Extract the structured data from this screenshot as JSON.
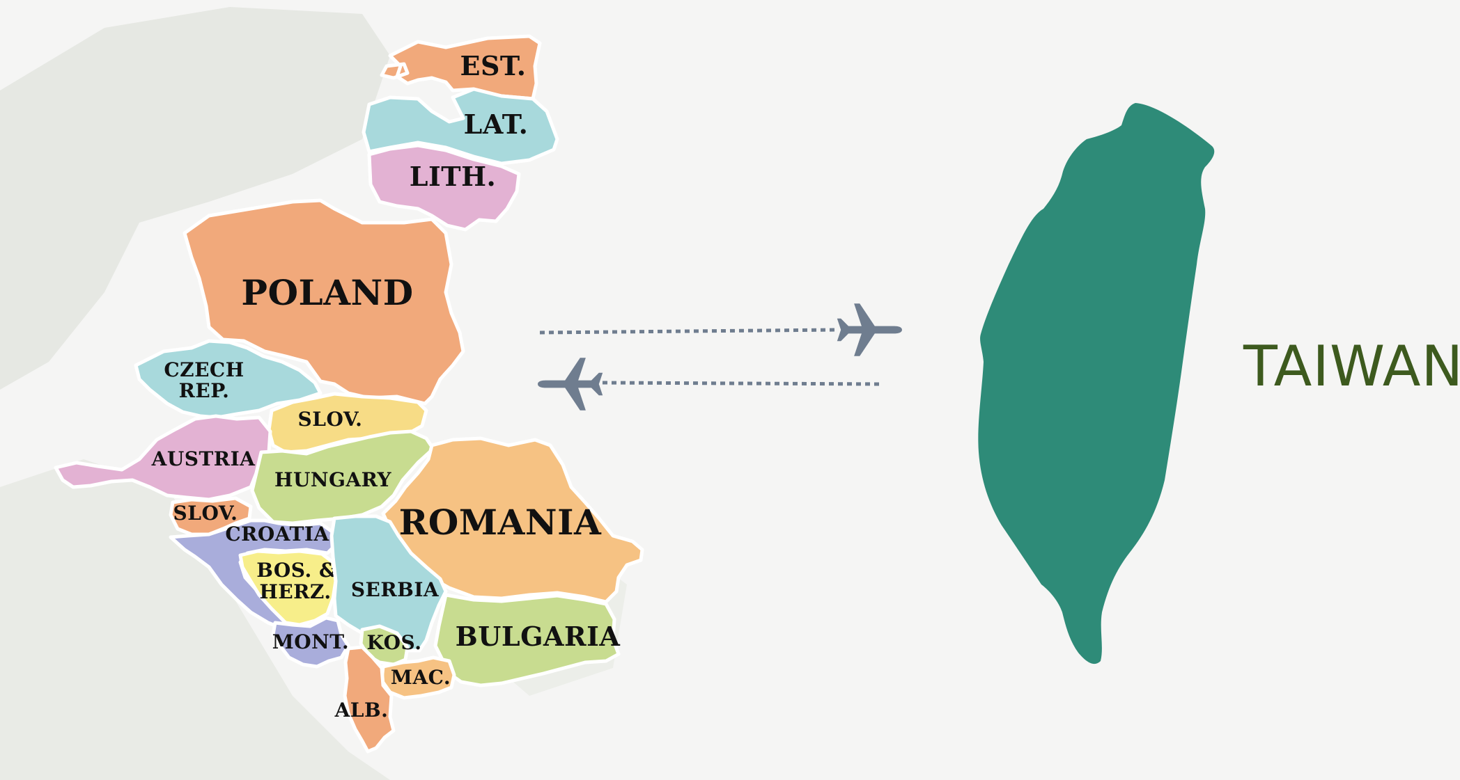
{
  "colors": {
    "background": "#f5f5f4",
    "land_backdrop": "#e6e8e3",
    "taiwan_fill": "#2e8b78",
    "taiwan_label": "#3d5a1e",
    "plane": "#6f7d8f",
    "orange": "#f1a97b",
    "light_orange": "#f6c283",
    "cyan": "#a8d9dc",
    "pink": "#e3b2d3",
    "yellow": "#f7dc86",
    "green": "#c8dc90",
    "purple": "#a9addb",
    "bright_yellow": "#f7ee8a"
  },
  "countries": [
    {
      "key": "est",
      "label": "EST.",
      "color": "orange"
    },
    {
      "key": "lat",
      "label": "LAT.",
      "color": "cyan"
    },
    {
      "key": "lith",
      "label": "LITH.",
      "color": "pink"
    },
    {
      "key": "poland",
      "label": "POLAND",
      "color": "orange"
    },
    {
      "key": "czech",
      "label_line1": "CZECH",
      "label_line2": "REP.",
      "color": "cyan"
    },
    {
      "key": "slovakia",
      "label": "SLOV.",
      "color": "yellow"
    },
    {
      "key": "austria",
      "label": "AUSTRIA",
      "color": "pink"
    },
    {
      "key": "hungary",
      "label": "HUNGARY",
      "color": "green"
    },
    {
      "key": "romania",
      "label": "ROMANIA",
      "color": "light_orange"
    },
    {
      "key": "slovenia",
      "label": "SLOV.",
      "color": "orange"
    },
    {
      "key": "croatia",
      "label": "CROATIA",
      "color": "purple"
    },
    {
      "key": "bosnia",
      "label_line1": "BOS. &",
      "label_line2": "HERZ.",
      "color": "bright_yellow"
    },
    {
      "key": "serbia",
      "label": "SERBIA",
      "color": "cyan"
    },
    {
      "key": "bulgaria",
      "label": "BULGARIA",
      "color": "green"
    },
    {
      "key": "montenegro",
      "label": "MONT.",
      "color": "purple"
    },
    {
      "key": "kosovo",
      "label": "KOS.",
      "color": "green"
    },
    {
      "key": "macedonia",
      "label": "MAC.",
      "color": "light_orange"
    },
    {
      "key": "albania",
      "label": "ALB.",
      "color": "orange"
    }
  ],
  "destination": {
    "label": "TAIWAN"
  },
  "flights": [
    {
      "direction": "to-taiwan",
      "icon": "airplane-icon"
    },
    {
      "direction": "to-europe",
      "icon": "airplane-icon"
    }
  ]
}
